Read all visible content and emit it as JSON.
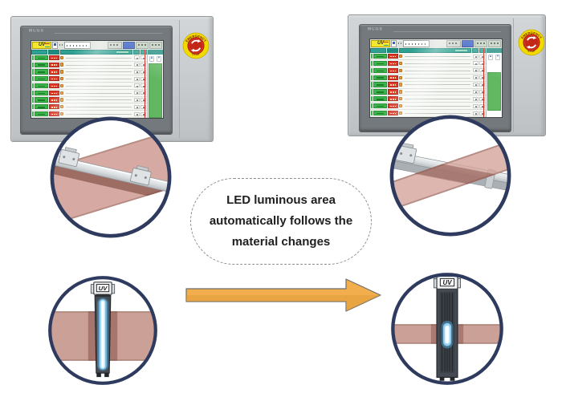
{
  "panels": {
    "left": {
      "model": "MCGS",
      "estop_top": "EMERGENCY",
      "estop_bottom": "STOP",
      "zone_style": "top:20%;bottom:0%"
    },
    "right": {
      "model": "MCGS",
      "estop_top": "EMERGENCY",
      "estop_bottom": "STOP",
      "zone_style": "top:35%;bottom:9%"
    }
  },
  "screen": {
    "logo": "UV",
    "row_count": 9,
    "scroll_up": "▲",
    "scroll_down": "▼"
  },
  "callout": {
    "line1": "LED luminous area",
    "line2": "automatically follows the",
    "line3": "material changes"
  },
  "lamp": {
    "logo": "UV"
  },
  "colors": {
    "navy": "#2E3B5E",
    "arrow": "#F2AE4D",
    "pink": "#D3A49B",
    "led": "#57B6F2",
    "estopRed": "#D3301F",
    "estopYellow": "#F1DA00",
    "green": "#3DB44B",
    "red": "#DF3A2D",
    "teal": "#2FA192",
    "zone": "#61B861",
    "bezel": "#C9CDCF"
  }
}
